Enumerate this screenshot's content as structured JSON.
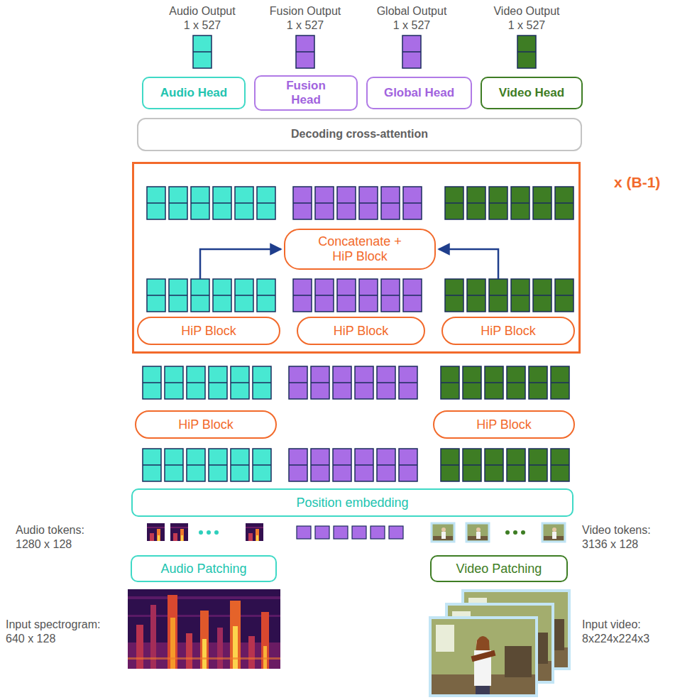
{
  "diagram": {
    "nodes": [
      {
        "text": [
          "Audio Head"
        ]
      },
      {
        "text": [
          "Fusion Head"
        ]
      },
      {
        "text": [
          "Global Head"
        ]
      },
      {
        "text": [
          "Video Head"
        ]
      },
      {
        "text": [
          "Decoding cross-attention"
        ]
      },
      {
        "text": [
          "x (B-1)"
        ]
      },
      {
        "text": [
          "Concatenate + HiP Block"
        ],
        "in": 5
      },
      {
        "text": [
          "HiP Block"
        ],
        "in": 5
      },
      {
        "text": [
          "HiP Block"
        ],
        "in": 5
      },
      {
        "text": [
          "HiP Block"
        ],
        "in": 5
      },
      {
        "text": [
          "HiP Block"
        ]
      },
      {
        "text": [
          "HiP Block"
        ]
      },
      {
        "text": [
          "Position embedding"
        ]
      },
      {
        "text": [
          "Audio Patching"
        ]
      },
      {
        "text": [
          "Video Patching"
        ]
      }
    ],
    "labels": [
      "Audio Output 1 x 527",
      "Fusion Output 1 x 527",
      "Global Output 1 x 527",
      "Video Output 1 x 527",
      "Audio tokens: 1280 x 128",
      "Video tokens: 3136 x 128",
      "Input spectrogram: 640 x 128",
      "Input video: 8x224x224x3"
    ]
  }
}
